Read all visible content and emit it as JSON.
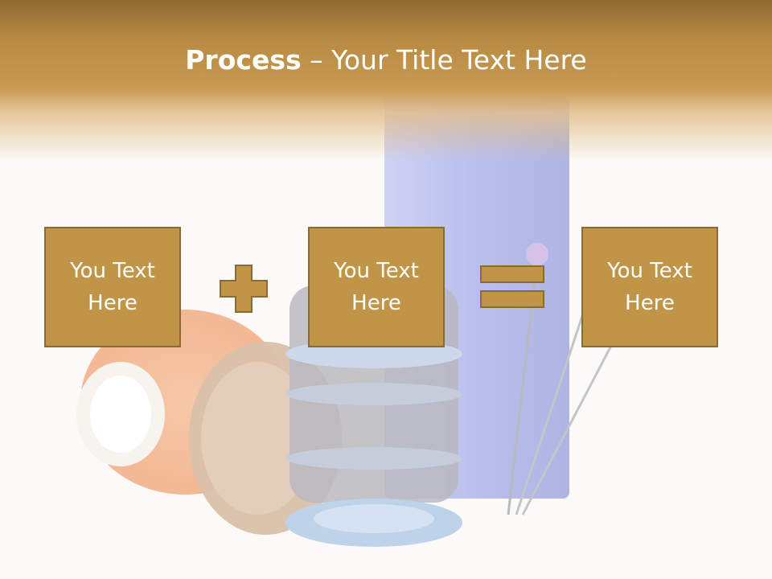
{
  "title": {
    "bold": "Process",
    "rest": " – Your Title Text Here"
  },
  "boxes": [
    "You Text Here",
    "You Text Here",
    "You Text Here"
  ],
  "operators": [
    "plus",
    "equals"
  ],
  "colors": {
    "header": "#b98b42",
    "box": "#c19548",
    "box_border": "#8a6a37",
    "text": "#ffffff"
  }
}
